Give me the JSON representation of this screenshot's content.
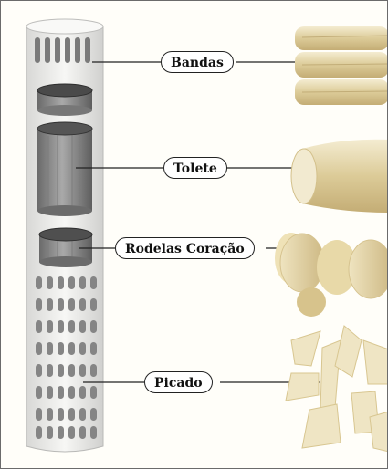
{
  "labels": {
    "bandas": "Bandas",
    "tolete": "Tolete",
    "rodelas": "Rodelas Coração",
    "picado": "Picado"
  },
  "colors": {
    "frame": "#6b6b6b",
    "stalk": "#f2f2f0",
    "cylinder_dark": "#5a5a5a",
    "cylinder_mid": "#8c8c8c",
    "palm_light": "#efe6c8",
    "palm_mid": "#d9c795",
    "palm_dark": "#b9a36b"
  }
}
